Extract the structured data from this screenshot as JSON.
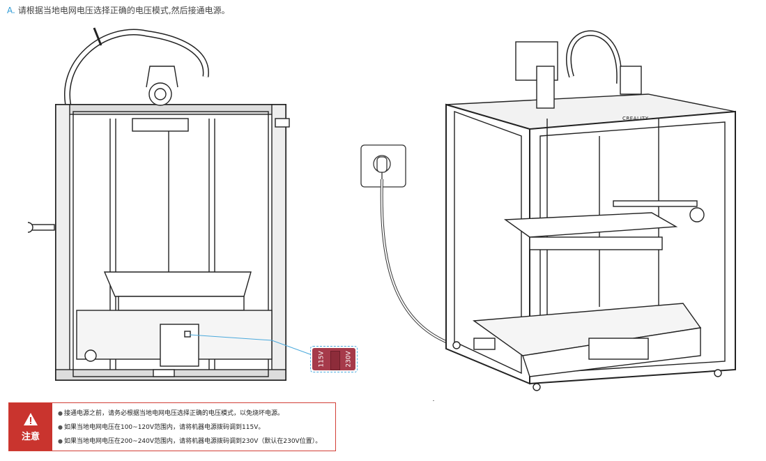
{
  "step": {
    "letter": "A.",
    "instruction": "请根据当地电网电压选择正确的电压模式,然后接通电源。"
  },
  "voltage_switch": {
    "option_low": "115V",
    "option_high": "230V"
  },
  "printer_brand_mark": "CREALITY",
  "caution": {
    "label": "注意",
    "items": [
      "接通电源之前，请务必根据当地电网电压选择正确的电压模式，以免烧坏电源。",
      "如果当地电网电压在100~120V范围内，请将机器电源拨码调到115V。",
      "如果当地电网电压在200~240V范围内，请将机器电源拨码调到230V（默认在230V位置）。"
    ]
  },
  "colors": {
    "accent_blue": "#2f9bd6",
    "warning_red": "#c9342e",
    "switch_red": "#a63a4a"
  }
}
